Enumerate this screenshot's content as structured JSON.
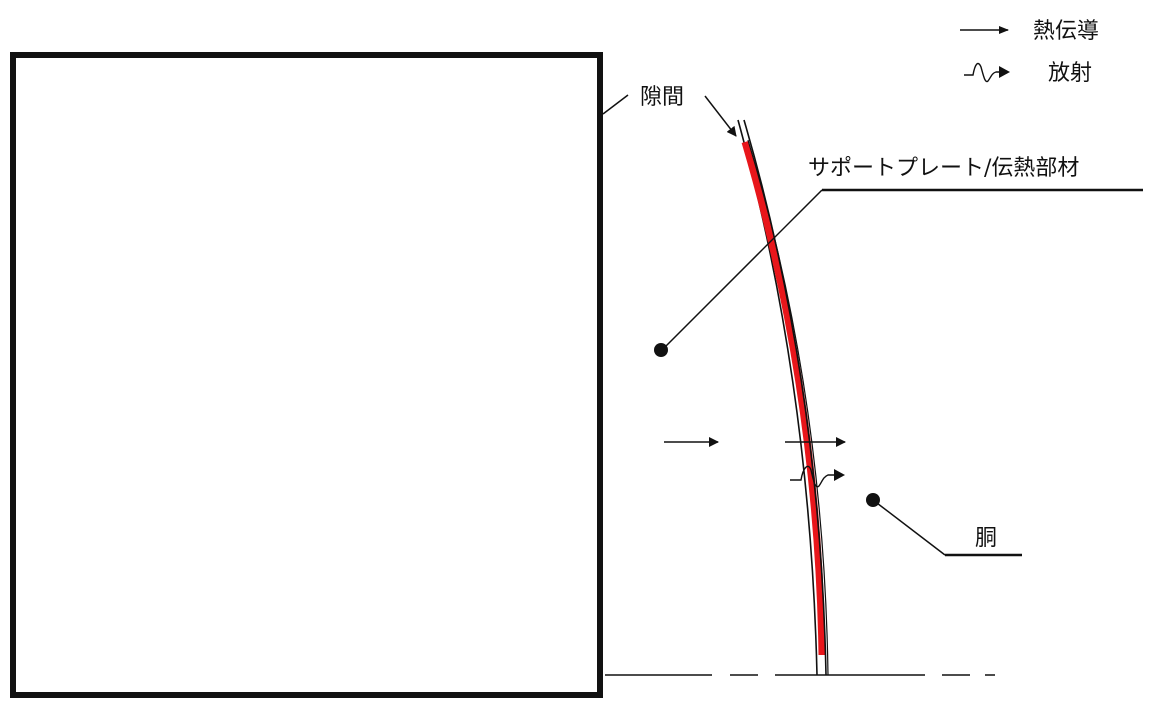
{
  "legend": {
    "conduction_label": "熱伝導",
    "radiation_label": "放射"
  },
  "labels": {
    "gap": "隙間",
    "support_plate": "サポートプレート/伝熱部材",
    "shell": "胴"
  },
  "colors": {
    "support_plate": "#e8161b",
    "lines": "#111111",
    "background": "#ffffff"
  }
}
